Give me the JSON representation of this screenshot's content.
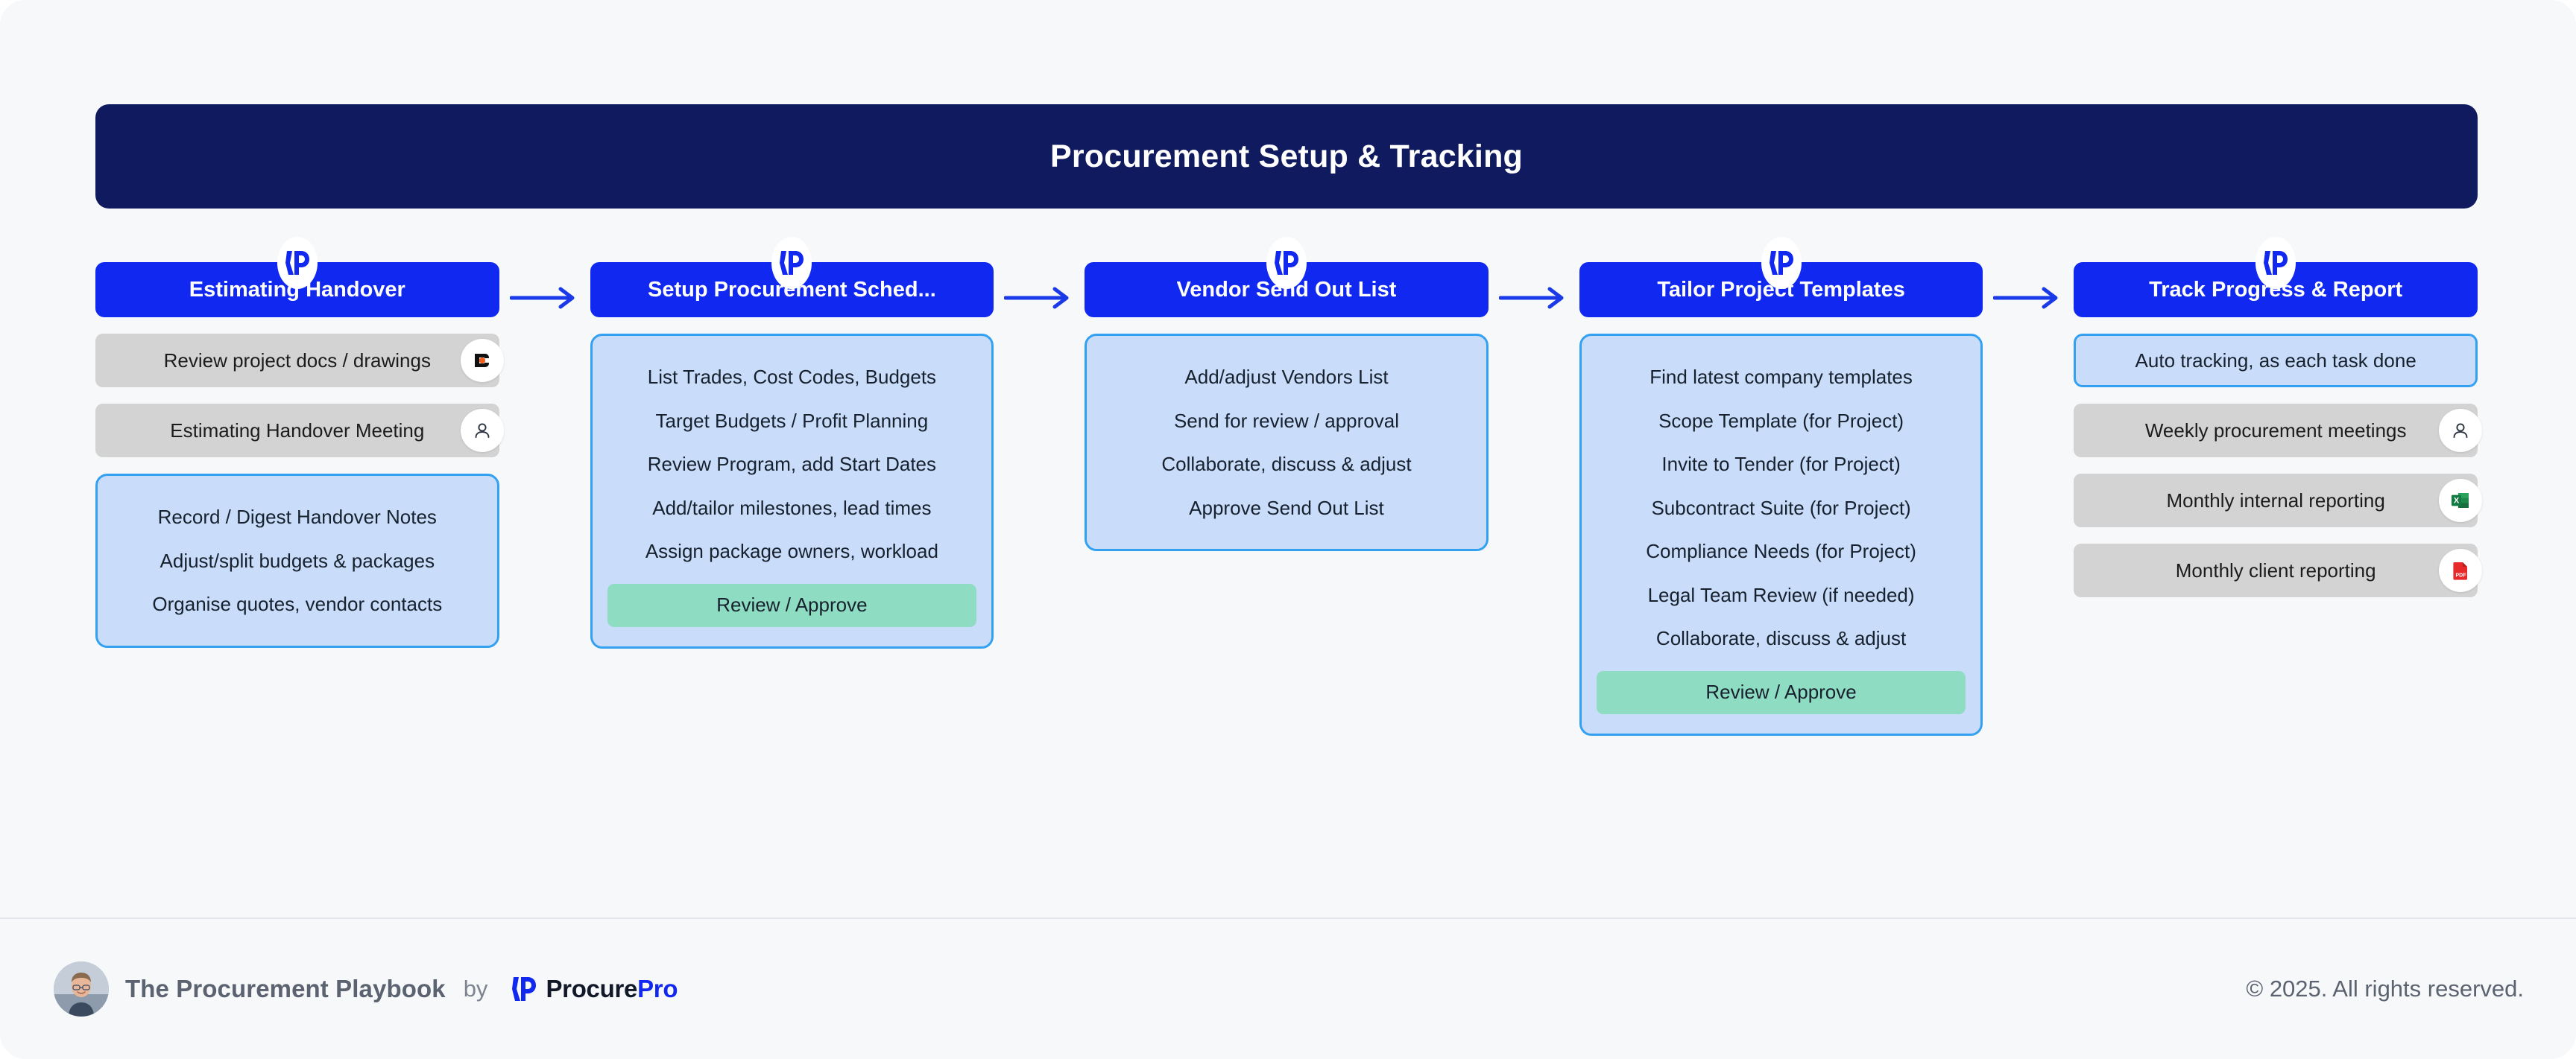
{
  "page": {
    "title": "Procurement Setup & Tracking",
    "background_color": "#f7f8fa",
    "title_bar_color": "#101a5e",
    "accent_blue": "#1028f0",
    "panel_fill": "#c9ddfa",
    "panel_border": "#33a1ef",
    "approve_green": "#8edcc2",
    "pill_grey": "#d3d3d3"
  },
  "columns": [
    {
      "header": "Estimating Handover",
      "logo": "procurepro-logo-icon",
      "pills": [
        {
          "label": "Review project docs / drawings",
          "icon": "procore-logo-icon"
        },
        {
          "label": "Estimating Handover Meeting",
          "icon": "person-icon"
        }
      ],
      "panel": {
        "items": [
          "Record / Digest Handover Notes",
          "Adjust/split budgets & packages",
          "Organise quotes, vendor contacts"
        ],
        "approve": null
      },
      "highlight_box": null
    },
    {
      "header": "Setup Procurement Sched...",
      "logo": "procurepro-logo-icon",
      "pills": [],
      "panel": {
        "items": [
          "List Trades, Cost Codes, Budgets",
          "Target Budgets / Profit Planning",
          "Review Program, add Start Dates",
          "Add/tailor milestones, lead times",
          "Assign package owners, workload"
        ],
        "approve": "Review / Approve"
      },
      "highlight_box": null
    },
    {
      "header": "Vendor Send Out List",
      "logo": "procurepro-logo-icon",
      "pills": [],
      "panel": {
        "items": [
          "Add/adjust Vendors List",
          "Send for review / approval",
          "Collaborate, discuss & adjust",
          "Approve Send Out List"
        ],
        "approve": null
      },
      "highlight_box": null
    },
    {
      "header": "Tailor Project Templates",
      "logo": "procurepro-logo-icon",
      "pills": [],
      "panel": {
        "items": [
          "Find latest company templates",
          "Scope Template (for Project)",
          "Invite to Tender (for Project)",
          "Subcontract Suite (for Project)",
          "Compliance Needs (for Project)",
          "Legal Team Review (if needed)",
          "Collaborate, discuss & adjust"
        ],
        "approve": "Review / Approve"
      },
      "highlight_box": null
    },
    {
      "header": "Track Progress & Report",
      "logo": "procurepro-logo-icon",
      "pills": [
        {
          "label": "Weekly procurement meetings",
          "icon": "person-icon"
        },
        {
          "label": "Monthly internal reporting",
          "icon": "excel-icon"
        },
        {
          "label": "Monthly client reporting",
          "icon": "pdf-icon"
        }
      ],
      "panel": null,
      "highlight_box": "Auto tracking, as each task done"
    }
  ],
  "connectors": {
    "icon": "arrow-right-icon",
    "count": 4,
    "color": "#1a3ae8"
  },
  "footer": {
    "avatar": "user-photo-avatar",
    "title": "The Procurement Playbook",
    "by": "by",
    "brand_logo": "procurepro-logo-icon",
    "brand_name_part1": "Procure",
    "brand_name_part2": "Pro",
    "copyright": "© 2025. All rights reserved."
  }
}
